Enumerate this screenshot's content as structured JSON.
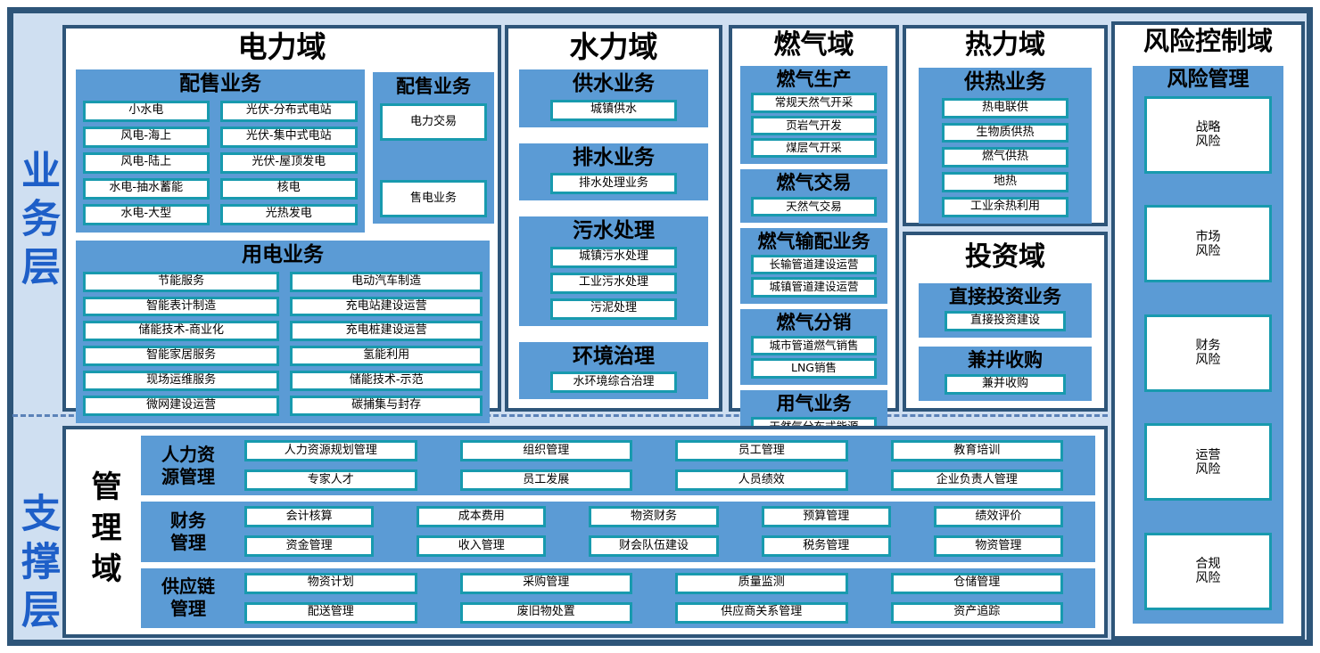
{
  "colors": {
    "outer_background": "#cfdff1",
    "frame_border": "#2e5579",
    "panel_blue": "#5b9bd5",
    "item_border_teal": "#189aae",
    "layer_label_blue": "#1e5fc8",
    "dashed_divider": "#5b82b8"
  },
  "layers": {
    "business": "业务层",
    "support": "支撑层"
  },
  "power": {
    "title": "电力域",
    "gen_group": {
      "title": "配售业务",
      "items": [
        "小水电",
        "风电-海上",
        "风电-陆上",
        "水电-抽水蓄能",
        "水电-大型",
        "光伏-分布式电站",
        "光伏-集中式电站",
        "光伏-屋顶发电",
        "核电",
        "光热发电"
      ]
    },
    "trade_group": {
      "title": "配售业务",
      "items": [
        "电力交易",
        "售电业务"
      ]
    },
    "use_group": {
      "title": "用电业务",
      "items": [
        "节能服务",
        "智能表计制造",
        "储能技术-商业化",
        "智能家居服务",
        "现场运维服务",
        "微网建设运营",
        "电动汽车制造",
        "充电站建设运营",
        "充电桩建设运营",
        "氢能利用",
        "储能技术-示范",
        "碳捕集与封存"
      ]
    }
  },
  "water": {
    "title": "水力域",
    "groups": [
      {
        "title": "供水业务",
        "items": [
          "城镇供水"
        ]
      },
      {
        "title": "排水业务",
        "items": [
          "排水处理业务"
        ]
      },
      {
        "title": "污水处理",
        "items": [
          "城镇污水处理",
          "工业污水处理",
          "污泥处理"
        ]
      },
      {
        "title": "环境治理",
        "items": [
          "水环境综合治理"
        ]
      }
    ]
  },
  "gas": {
    "title": "燃气域",
    "groups": [
      {
        "title": "燃气生产",
        "items": [
          "常规天然气开采",
          "页岩气开发",
          "煤层气开采"
        ]
      },
      {
        "title": "燃气交易",
        "items": [
          "天然气交易"
        ]
      },
      {
        "title": "燃气输配业务",
        "items": [
          "长输管道建设运营",
          "城镇管道建设运营"
        ]
      },
      {
        "title": "燃气分销",
        "items": [
          "城市管道燃气销售",
          "LNG销售"
        ]
      },
      {
        "title": "用气业务",
        "items": [
          "天然气分布式能源"
        ]
      }
    ]
  },
  "heat": {
    "title": "热力域",
    "groups": [
      {
        "title": "供热业务",
        "items": [
          "热电联供",
          "生物质供热",
          "燃气供热",
          "地热",
          "工业余热利用"
        ]
      }
    ]
  },
  "invest": {
    "title": "投资域",
    "groups": [
      {
        "title": "直接投资业务",
        "items": [
          "直接投资建设"
        ]
      },
      {
        "title": "兼并收购",
        "items": [
          "兼并收购"
        ]
      }
    ]
  },
  "risk": {
    "title": "风险控制域",
    "group_title": "风险管理",
    "items": [
      "战略\n风险",
      "市场\n风险",
      "财务\n风险",
      "运营\n风险",
      "合规\n风险"
    ]
  },
  "management": {
    "title": "管理域",
    "rows": [
      {
        "label": "人力资\n源管理",
        "columns": [
          [
            "人力资源规划管理",
            "专家人才"
          ],
          [
            "组织管理",
            "员工发展"
          ],
          [
            "员工管理",
            "人员绩效"
          ],
          [
            "教育培训",
            "企业负责人管理"
          ]
        ]
      },
      {
        "label": "财务\n管理",
        "columns": [
          [
            "会计核算",
            "资金管理"
          ],
          [
            "成本费用",
            "收入管理"
          ],
          [
            "物资财务",
            "财会队伍建设"
          ],
          [
            "预算管理",
            "税务管理"
          ],
          [
            "绩效评价",
            "物资管理"
          ]
        ]
      },
      {
        "label": "供应链\n管理",
        "columns": [
          [
            "物资计划",
            "配送管理"
          ],
          [
            "采购管理",
            "废旧物处置"
          ],
          [
            "质量监测",
            "供应商关系管理"
          ],
          [
            "仓储管理",
            "资产追踪"
          ]
        ]
      }
    ]
  }
}
